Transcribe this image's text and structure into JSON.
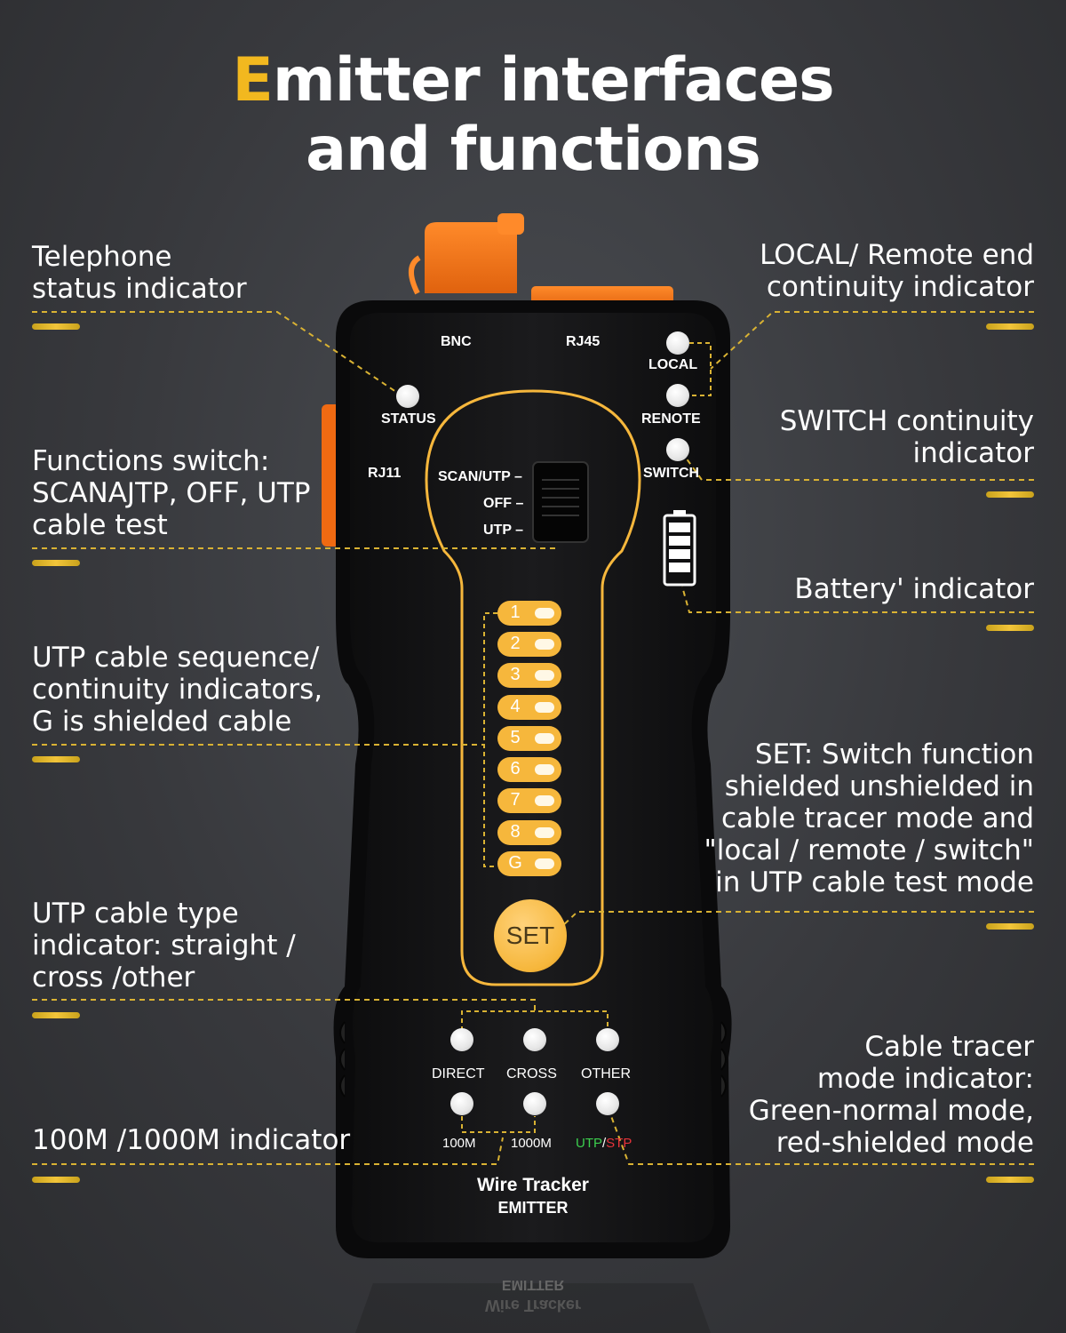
{
  "title": {
    "accent_letter": "E",
    "line1_rest": "mitter interfaces",
    "line2": "and functions"
  },
  "callouts": {
    "telephone": [
      "Telephone",
      "status indicator"
    ],
    "functions_switch": [
      "Functions switch:",
      "SCANAJTP, OFF, UTP",
      "cable test"
    ],
    "utp_sequence": [
      "UTP cable sequence/",
      "continuity indicators,",
      "G is shielded cable"
    ],
    "utp_type": [
      "UTP cable type",
      "indicator: straight /",
      "cross /other"
    ],
    "speed": [
      "100M /1000M indicator"
    ],
    "local_remote": [
      "LOCAL/ Remote end",
      "continuity indicator"
    ],
    "switch_cont": [
      "SWITCH continuity",
      "indicator"
    ],
    "battery": [
      "Battery' indicator"
    ],
    "set": [
      "SET: Switch function",
      "shielded unshielded in",
      "cable tracer mode and",
      "\"local / remote / switch\"",
      "in UTP cable test mode"
    ],
    "tracer_mode": [
      "Cable tracer",
      "mode indicator:",
      "Green-normal mode,",
      "red-shielded mode"
    ]
  },
  "device": {
    "ports": {
      "bnc": "BNC",
      "rj45": "RJ45",
      "rj11": "RJ11"
    },
    "leds": {
      "status": "STATUS",
      "local": "LOCAL",
      "remote": "RENOTE",
      "switch": "SWITCH"
    },
    "switch_positions": [
      "SCAN/UTP –",
      "OFF –",
      "UTP –"
    ],
    "sequence": [
      "1",
      "2",
      "3",
      "4",
      "5",
      "6",
      "7",
      "8",
      "G"
    ],
    "set_label": "SET",
    "type_labels": [
      "DIRECT",
      "CROSS",
      "OTHER"
    ],
    "speed_labels": [
      "100M",
      "1000M"
    ],
    "mode_label": {
      "utp": "UTP",
      "sep": "/",
      "stp": "STP"
    },
    "brand": {
      "name": "Wire Tracker",
      "model": "EMITTER"
    },
    "reflection": {
      "line1": "EMITTER",
      "line2": "Wire Tracker"
    }
  },
  "colors": {
    "accent": "#f2b81f",
    "device_orange": "#f5a623",
    "leader_line": "#d9b233",
    "utp_green": "#3ccf4e",
    "stp_red": "#e8333a"
  }
}
